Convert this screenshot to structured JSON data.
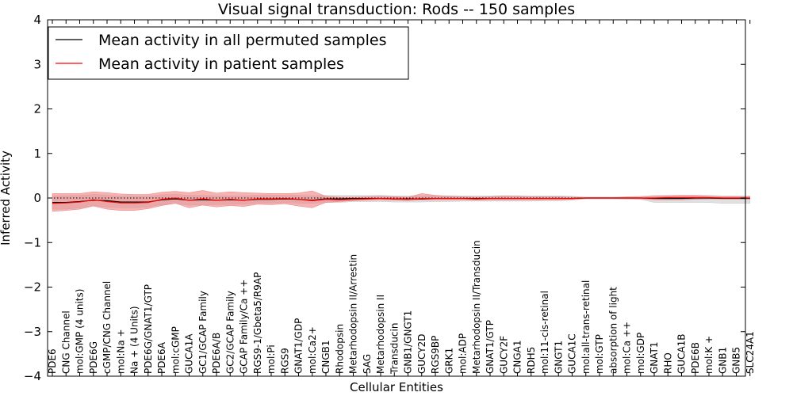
{
  "chart_data": {
    "type": "line",
    "title": "Visual signal transduction: Rods -- 150 samples",
    "xlabel": "Cellular Entities",
    "ylabel": "Inferred Activity",
    "ylim": [
      -4,
      4
    ],
    "yticks": [
      4,
      3,
      2,
      1,
      0,
      -1,
      -2,
      -3,
      -4
    ],
    "ytick_labels": [
      "4",
      "3",
      "2",
      "1",
      "0",
      "−1",
      "−2",
      "−3",
      "−4"
    ],
    "grid": false,
    "legend_position": "top-left",
    "categories": [
      "PDE6",
      "CNG Channel",
      "mol:GMP (4 units)",
      "PDE6G",
      "cGMP/CNG Channel",
      "mol:Na +",
      "Na + (4 Units)",
      "PDE6G/GNAT1/GTP",
      "PDE6A",
      "mol:cGMP",
      "GUCA1A",
      "GC1/GCAP Family",
      "PDE6A/B",
      "GC2/GCAP Family",
      "GCAP Family/Ca ++",
      "RGS9-1/Gbeta5/R9AP",
      "mol:Pi",
      "RGS9",
      "GNAT1/GDP",
      "mol:Ca2+",
      "CNGB1",
      "Rhodopsin",
      "Metarhodopsin II/Arrestin",
      "SAG",
      "Metarhodopsin II",
      "Transducin",
      "GNB1/GNGT1",
      "GUCY2D",
      "RGS9BP",
      "GRK1",
      "mol:ADP",
      "Metarhodopsin II/Transducin",
      "GNAT1/GTP",
      "GUCY2F",
      "CNGA1",
      "RDH5",
      "mol:11-cis-retinal",
      "GNGT1",
      "GUCA1C",
      "mol:all-trans-retinal",
      "mol:GTP",
      "absorption of light",
      "mol:Ca ++",
      "mol:GDP",
      "GNAT1",
      "RHO",
      "GUCA1B",
      "PDE6B",
      "mol:K +",
      "GNB1",
      "GNB5",
      "SLC24A1"
    ],
    "series": [
      {
        "name": "Mean activity in all permuted samples",
        "color": "#000000",
        "values": [
          -0.1,
          -0.1,
          -0.08,
          -0.05,
          -0.06,
          -0.09,
          -0.09,
          -0.09,
          -0.04,
          -0.02,
          -0.05,
          -0.04,
          -0.05,
          -0.04,
          -0.05,
          -0.03,
          -0.03,
          -0.02,
          -0.03,
          -0.05,
          -0.02,
          -0.02,
          -0.01,
          -0.01,
          -0.01,
          -0.02,
          -0.02,
          -0.02,
          -0.01,
          -0.01,
          -0.01,
          -0.01,
          -0.01,
          -0.01,
          -0.01,
          -0.01,
          -0.01,
          -0.01,
          -0.01,
          0.0,
          0.0,
          0.0,
          0.0,
          0.0,
          -0.01,
          -0.01,
          -0.01,
          0.0,
          0.0,
          -0.01,
          -0.01,
          -0.01
        ],
        "band_lower": [
          -0.25,
          -0.25,
          -0.22,
          -0.17,
          -0.2,
          -0.22,
          -0.22,
          -0.2,
          -0.15,
          -0.12,
          -0.16,
          -0.15,
          -0.15,
          -0.14,
          -0.14,
          -0.11,
          -0.11,
          -0.1,
          -0.12,
          -0.12,
          -0.1,
          -0.1,
          -0.08,
          -0.08,
          -0.08,
          -0.09,
          -0.09,
          -0.09,
          -0.08,
          -0.08,
          -0.07,
          -0.07,
          -0.07,
          -0.07,
          -0.07,
          -0.07,
          -0.06,
          -0.06,
          -0.05,
          -0.02,
          -0.02,
          -0.02,
          -0.03,
          -0.03,
          -0.1,
          -0.1,
          -0.1,
          -0.1,
          -0.1,
          -0.12,
          -0.12,
          -0.12
        ],
        "band_upper": [
          0.05,
          0.05,
          0.06,
          0.08,
          0.06,
          0.04,
          0.04,
          0.04,
          0.07,
          0.08,
          0.06,
          0.06,
          0.05,
          0.05,
          0.05,
          0.06,
          0.06,
          0.06,
          0.06,
          0.05,
          0.06,
          0.06,
          0.06,
          0.06,
          0.06,
          0.05,
          0.05,
          0.05,
          0.05,
          0.05,
          0.05,
          0.05,
          0.05,
          0.05,
          0.05,
          0.05,
          0.05,
          0.05,
          0.04,
          0.02,
          0.02,
          0.02,
          0.03,
          0.04,
          0.06,
          0.06,
          0.06,
          0.06,
          0.06,
          0.05,
          0.05,
          0.05
        ]
      },
      {
        "name": "Mean activity in patient samples",
        "color": "#ff0000",
        "values": [
          -0.12,
          -0.11,
          -0.09,
          -0.04,
          -0.08,
          -0.11,
          -0.11,
          -0.1,
          -0.03,
          0.0,
          -0.05,
          -0.02,
          -0.05,
          -0.03,
          -0.05,
          -0.02,
          -0.02,
          -0.01,
          -0.03,
          -0.06,
          -0.03,
          -0.04,
          -0.03,
          -0.02,
          -0.01,
          -0.02,
          -0.03,
          -0.01,
          -0.01,
          -0.01,
          -0.01,
          -0.02,
          -0.01,
          -0.01,
          -0.01,
          -0.01,
          -0.01,
          -0.01,
          -0.01,
          0.0,
          0.0,
          0.0,
          0.0,
          0.0,
          0.0,
          0.01,
          0.01,
          0.01,
          0.01,
          0.0,
          0.0,
          0.0
        ],
        "band_lower": [
          -0.3,
          -0.28,
          -0.25,
          -0.18,
          -0.25,
          -0.28,
          -0.28,
          -0.24,
          -0.17,
          -0.12,
          -0.22,
          -0.16,
          -0.2,
          -0.17,
          -0.19,
          -0.14,
          -0.15,
          -0.13,
          -0.18,
          -0.22,
          -0.1,
          -0.08,
          -0.06,
          -0.05,
          -0.04,
          -0.05,
          -0.06,
          -0.04,
          -0.04,
          -0.04,
          -0.04,
          -0.05,
          -0.04,
          -0.04,
          -0.04,
          -0.04,
          -0.04,
          -0.04,
          -0.03,
          -0.01,
          -0.01,
          -0.01,
          -0.01,
          -0.02,
          -0.04,
          -0.04,
          -0.04,
          -0.03,
          -0.02,
          -0.02,
          -0.02,
          -0.02
        ],
        "band_upper": [
          0.1,
          0.1,
          0.1,
          0.14,
          0.12,
          0.09,
          0.08,
          0.08,
          0.13,
          0.15,
          0.12,
          0.17,
          0.11,
          0.14,
          0.12,
          0.11,
          0.1,
          0.1,
          0.11,
          0.16,
          0.04,
          0.02,
          0.02,
          0.03,
          0.04,
          0.03,
          0.02,
          0.1,
          0.06,
          0.04,
          0.03,
          0.02,
          0.03,
          0.05,
          0.04,
          0.03,
          0.03,
          0.03,
          0.02,
          0.01,
          0.01,
          0.01,
          0.02,
          0.02,
          0.04,
          0.05,
          0.06,
          0.06,
          0.04,
          0.03,
          0.03,
          0.03
        ]
      }
    ],
    "reference_line": {
      "y": 0,
      "style": "dotted",
      "color": "#000000"
    },
    "band_colors": {
      "permuted": "#c8c8c8",
      "patient": "#f08080"
    }
  }
}
